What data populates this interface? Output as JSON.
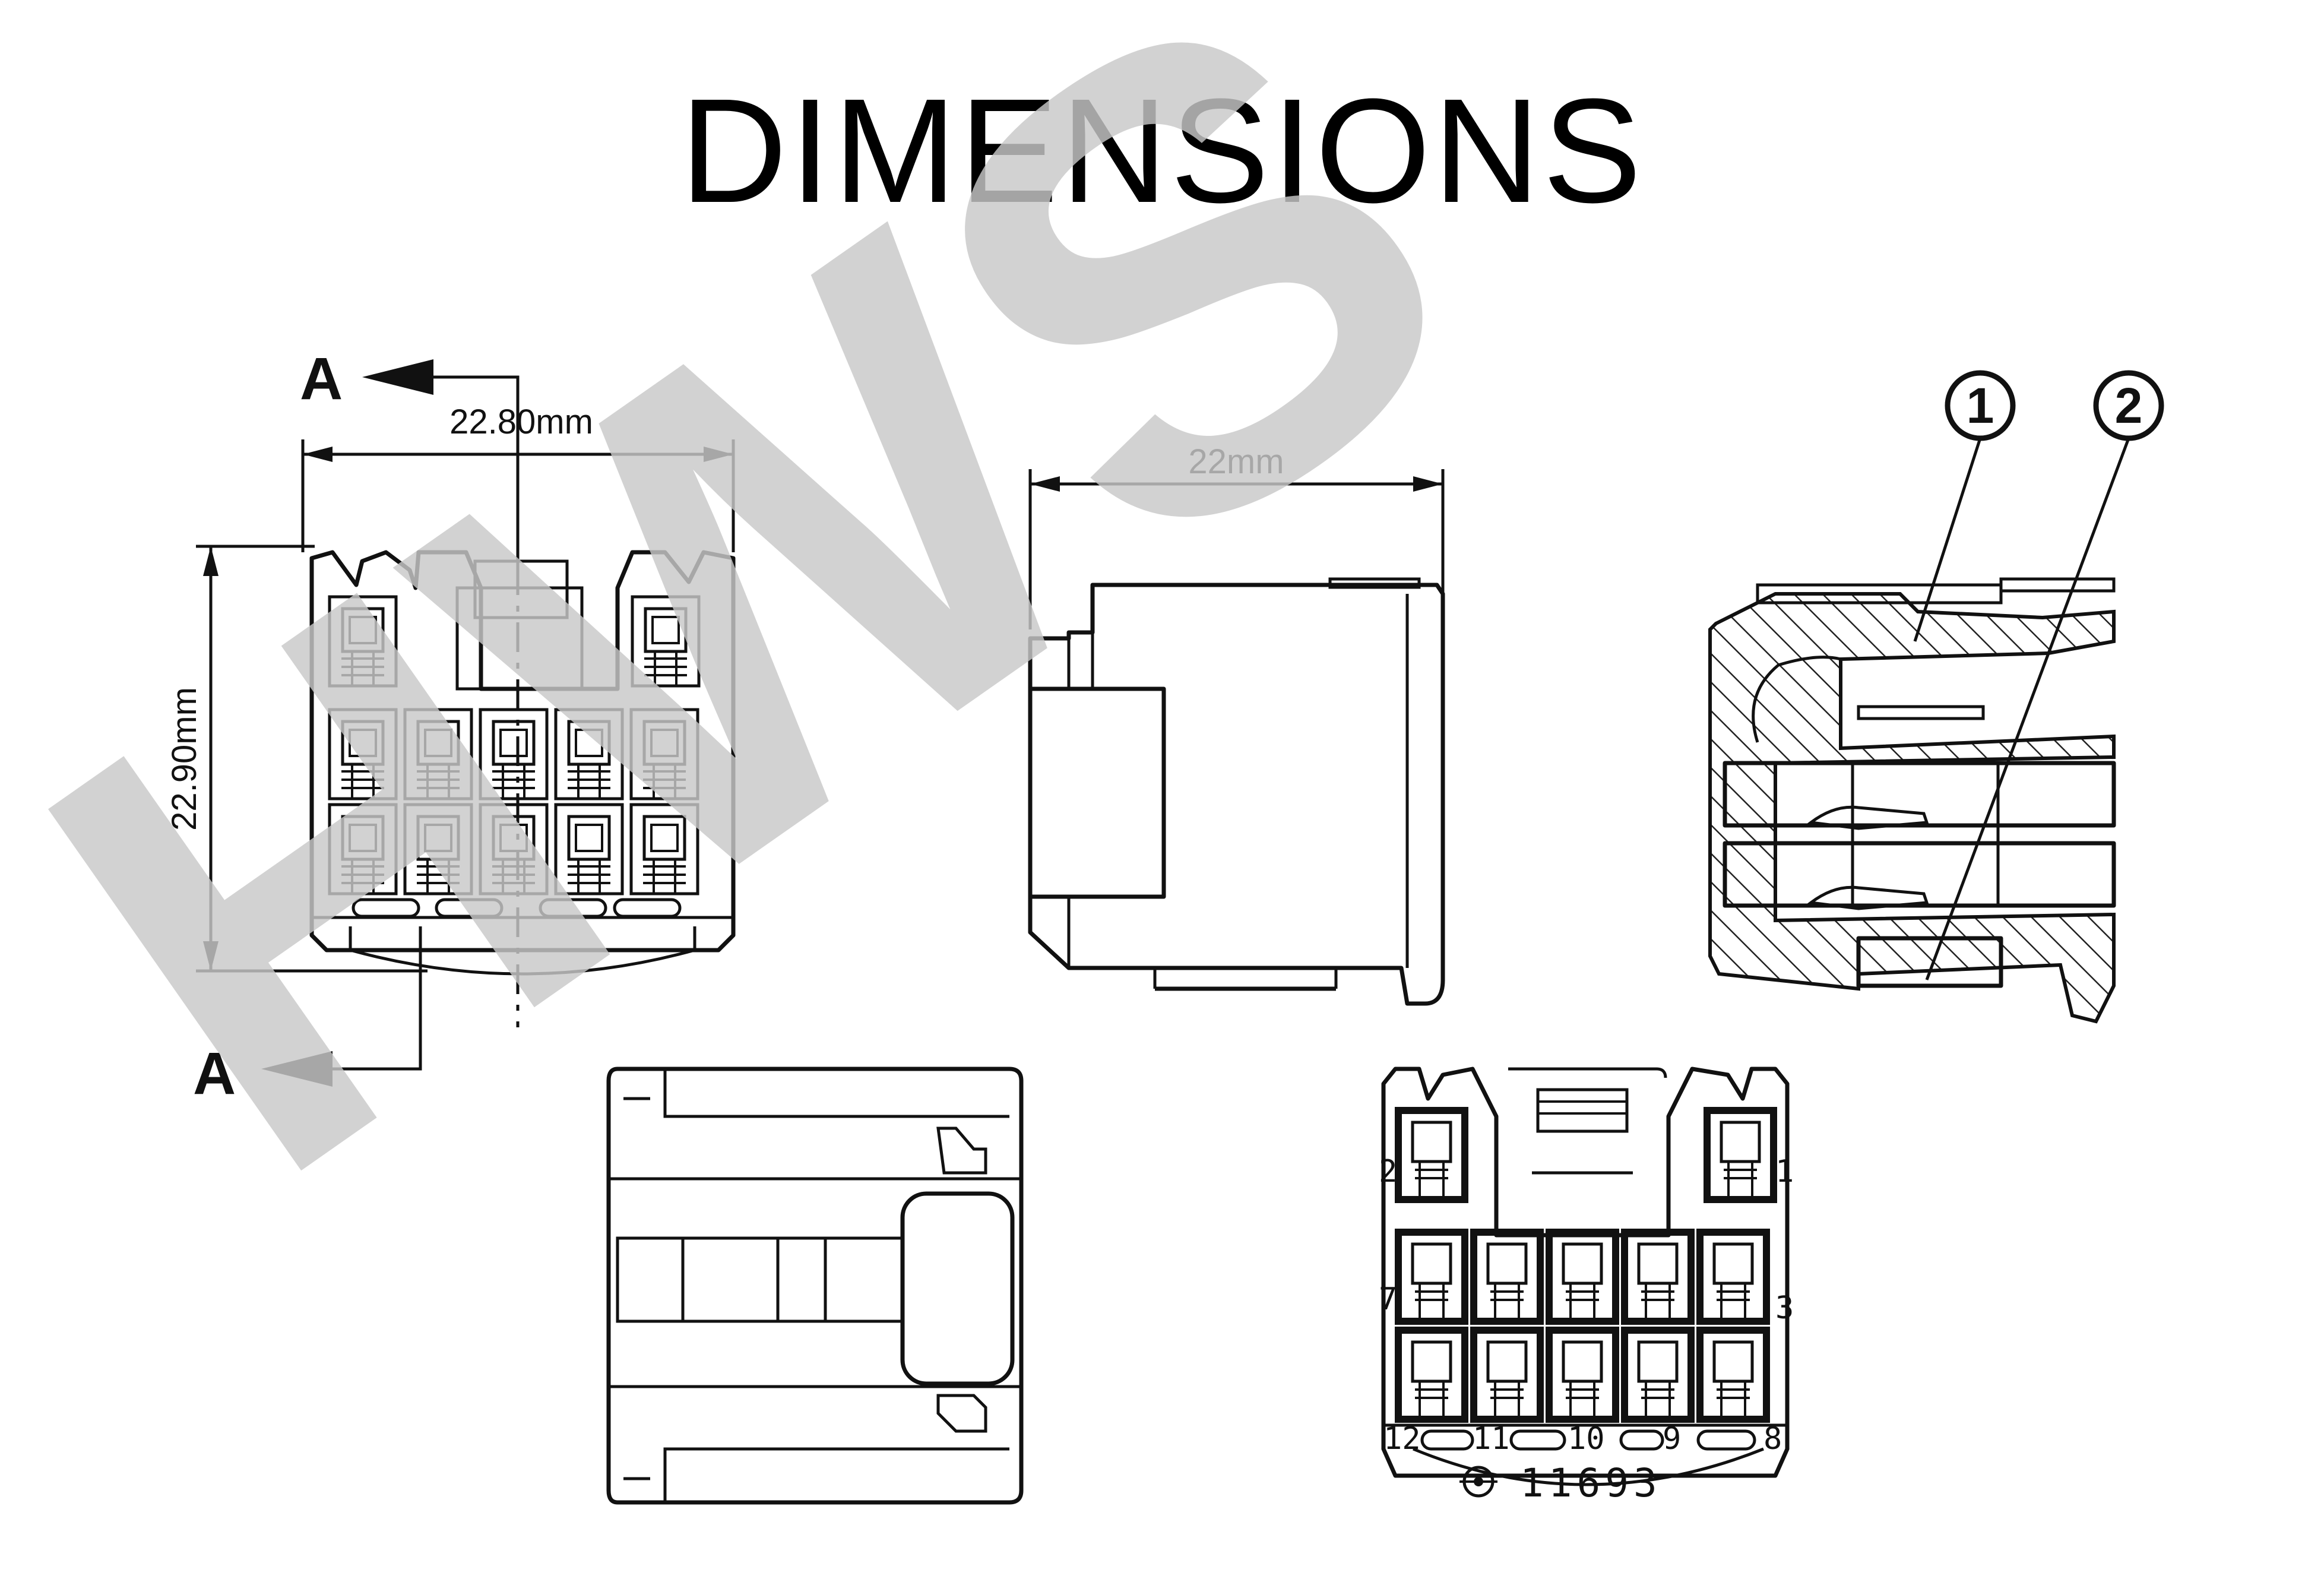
{
  "title": "DIMENSIONS",
  "watermark": "HWS",
  "section_label": "A",
  "dimensions": {
    "width": "22.80mm",
    "height": "22.90mm",
    "depth": "22mm"
  },
  "callouts": [
    "1",
    "2"
  ],
  "pin_labels": [
    "1",
    "2",
    "3",
    "7",
    "8",
    "9",
    "10",
    "11",
    "12"
  ],
  "part_number": "11693",
  "colors": {
    "line": "#111111",
    "watermark": "#c8c8c8"
  }
}
